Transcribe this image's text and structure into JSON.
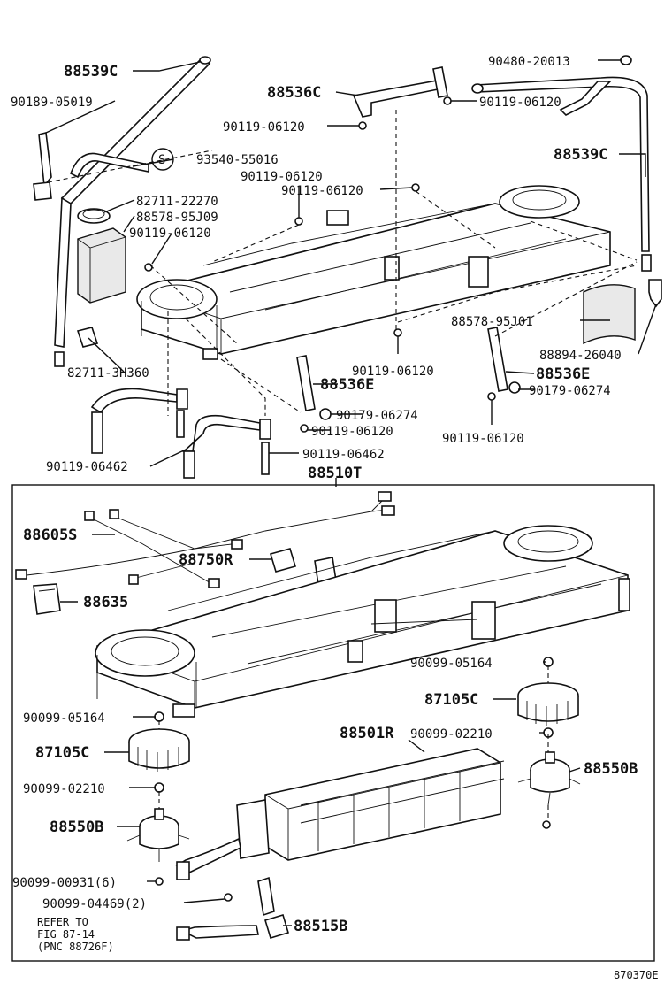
{
  "diagram_code": "870370E",
  "labels": {
    "88539c_left": "88539C",
    "90189_05019": "90189-05019",
    "88536c": "88536C",
    "90119_06120_a": "90119-06120",
    "90119_06120_b": "90119-06120",
    "90480_20013": "90480-20013",
    "symbol_s": "S",
    "93540_55016": "93540-55016",
    "90119_06120_c": "90119-06120",
    "90119_06120_d": "90119-06120",
    "88539c_right": "88539C",
    "82711_22270": "82711-22270",
    "88578_95j09": "88578-95J09",
    "90119_06120_e": "90119-06120",
    "88578_95j01": "88578-95J01",
    "88894_26040": "88894-26040",
    "82711_3h360": "82711-3H360",
    "90119_06120_f": "90119-06120",
    "88536e_right": "88536E",
    "88536e_left": "88536E",
    "90179_06274_right": "90179-06274",
    "90179_06274_left": "90179-06274",
    "90119_06120_g": "90119-06120",
    "90119_06120_h": "90119-06120",
    "90119_06462_left": "90119-06462",
    "90119_06462_right": "90119-06462",
    "88510t": "88510T",
    "88605s": "88605S",
    "88750r": "88750R",
    "88635": "88635",
    "90099_05164_right": "90099-05164",
    "90099_05164_left": "90099-05164",
    "87105c_right": "87105C",
    "87105c_left": "87105C",
    "88501r": "88501R",
    "90099_02210_right": "90099-02210",
    "90099_02210_left": "90099-02210",
    "88550b_right": "88550B",
    "88550b_left": "88550B",
    "90099_00931": "90099-00931(6)",
    "90099_04469": "90099-04469(2)",
    "88515b": "88515B",
    "refer_line1": "REFER TO",
    "refer_line2": "FIG 87-14",
    "refer_line3": "(PNC 88726F)"
  }
}
